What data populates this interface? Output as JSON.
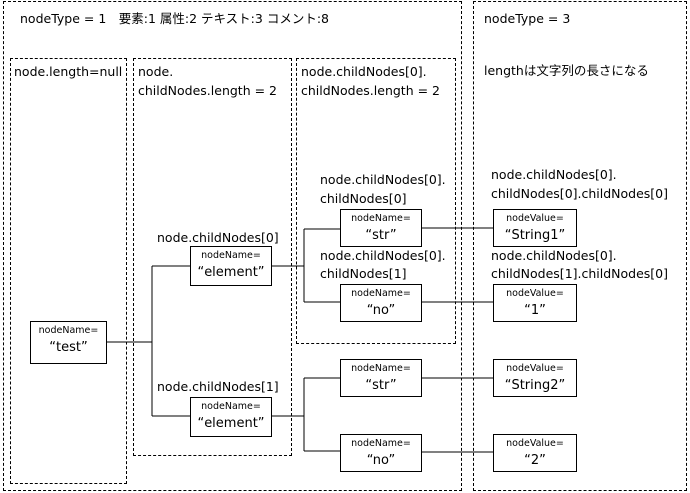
{
  "regions": {
    "element": {
      "header": "nodeType = 1　要素:1 属性:2 テキスト:3 コメント:8"
    },
    "text": {
      "header": "nodeType = 3",
      "note": "lengthは文字列の長さになる"
    },
    "level0": {
      "caption": "node.length=null"
    },
    "level1": {
      "caption_line1": "node.",
      "caption_line2": "childNodes.length = 2"
    },
    "level2": {
      "caption_line1": "node.childNodes[0].",
      "caption_line2": "childNodes.length = 2"
    }
  },
  "labels": {
    "child0": "node.childNodes[0]",
    "child1": "node.childNodes[1]",
    "grandchild0_line1": "node.childNodes[0].",
    "grandchild0_line2": "childNodes[0]",
    "grandchild1_line1": "node.childNodes[0].",
    "grandchild1_line2": "childNodes[1]",
    "text0_line1": "node.childNodes[0].",
    "text0_line2": "childNodes[0].childNodes[0]",
    "text1_line1": "node.childNodes[0].",
    "text1_line2": "childNodes[1].childNodes[0]"
  },
  "nodes": {
    "root": {
      "key": "nodeName=",
      "value": "“test”"
    },
    "element0": {
      "key": "nodeName=",
      "value": "“element”"
    },
    "element1": {
      "key": "nodeName=",
      "value": "“element”"
    },
    "str0": {
      "key": "nodeName=",
      "value": "“str”"
    },
    "no0": {
      "key": "nodeName=",
      "value": "“no”"
    },
    "str1": {
      "key": "nodeName=",
      "value": "“str”"
    },
    "no1": {
      "key": "nodeName=",
      "value": "“no”"
    },
    "text_string1": {
      "key": "nodeValue=",
      "value": "“String1”"
    },
    "text_1": {
      "key": "nodeValue=",
      "value": "“1”"
    },
    "text_string2": {
      "key": "nodeValue=",
      "value": "“String2”"
    },
    "text_2": {
      "key": "nodeValue=",
      "value": "“2”"
    }
  }
}
